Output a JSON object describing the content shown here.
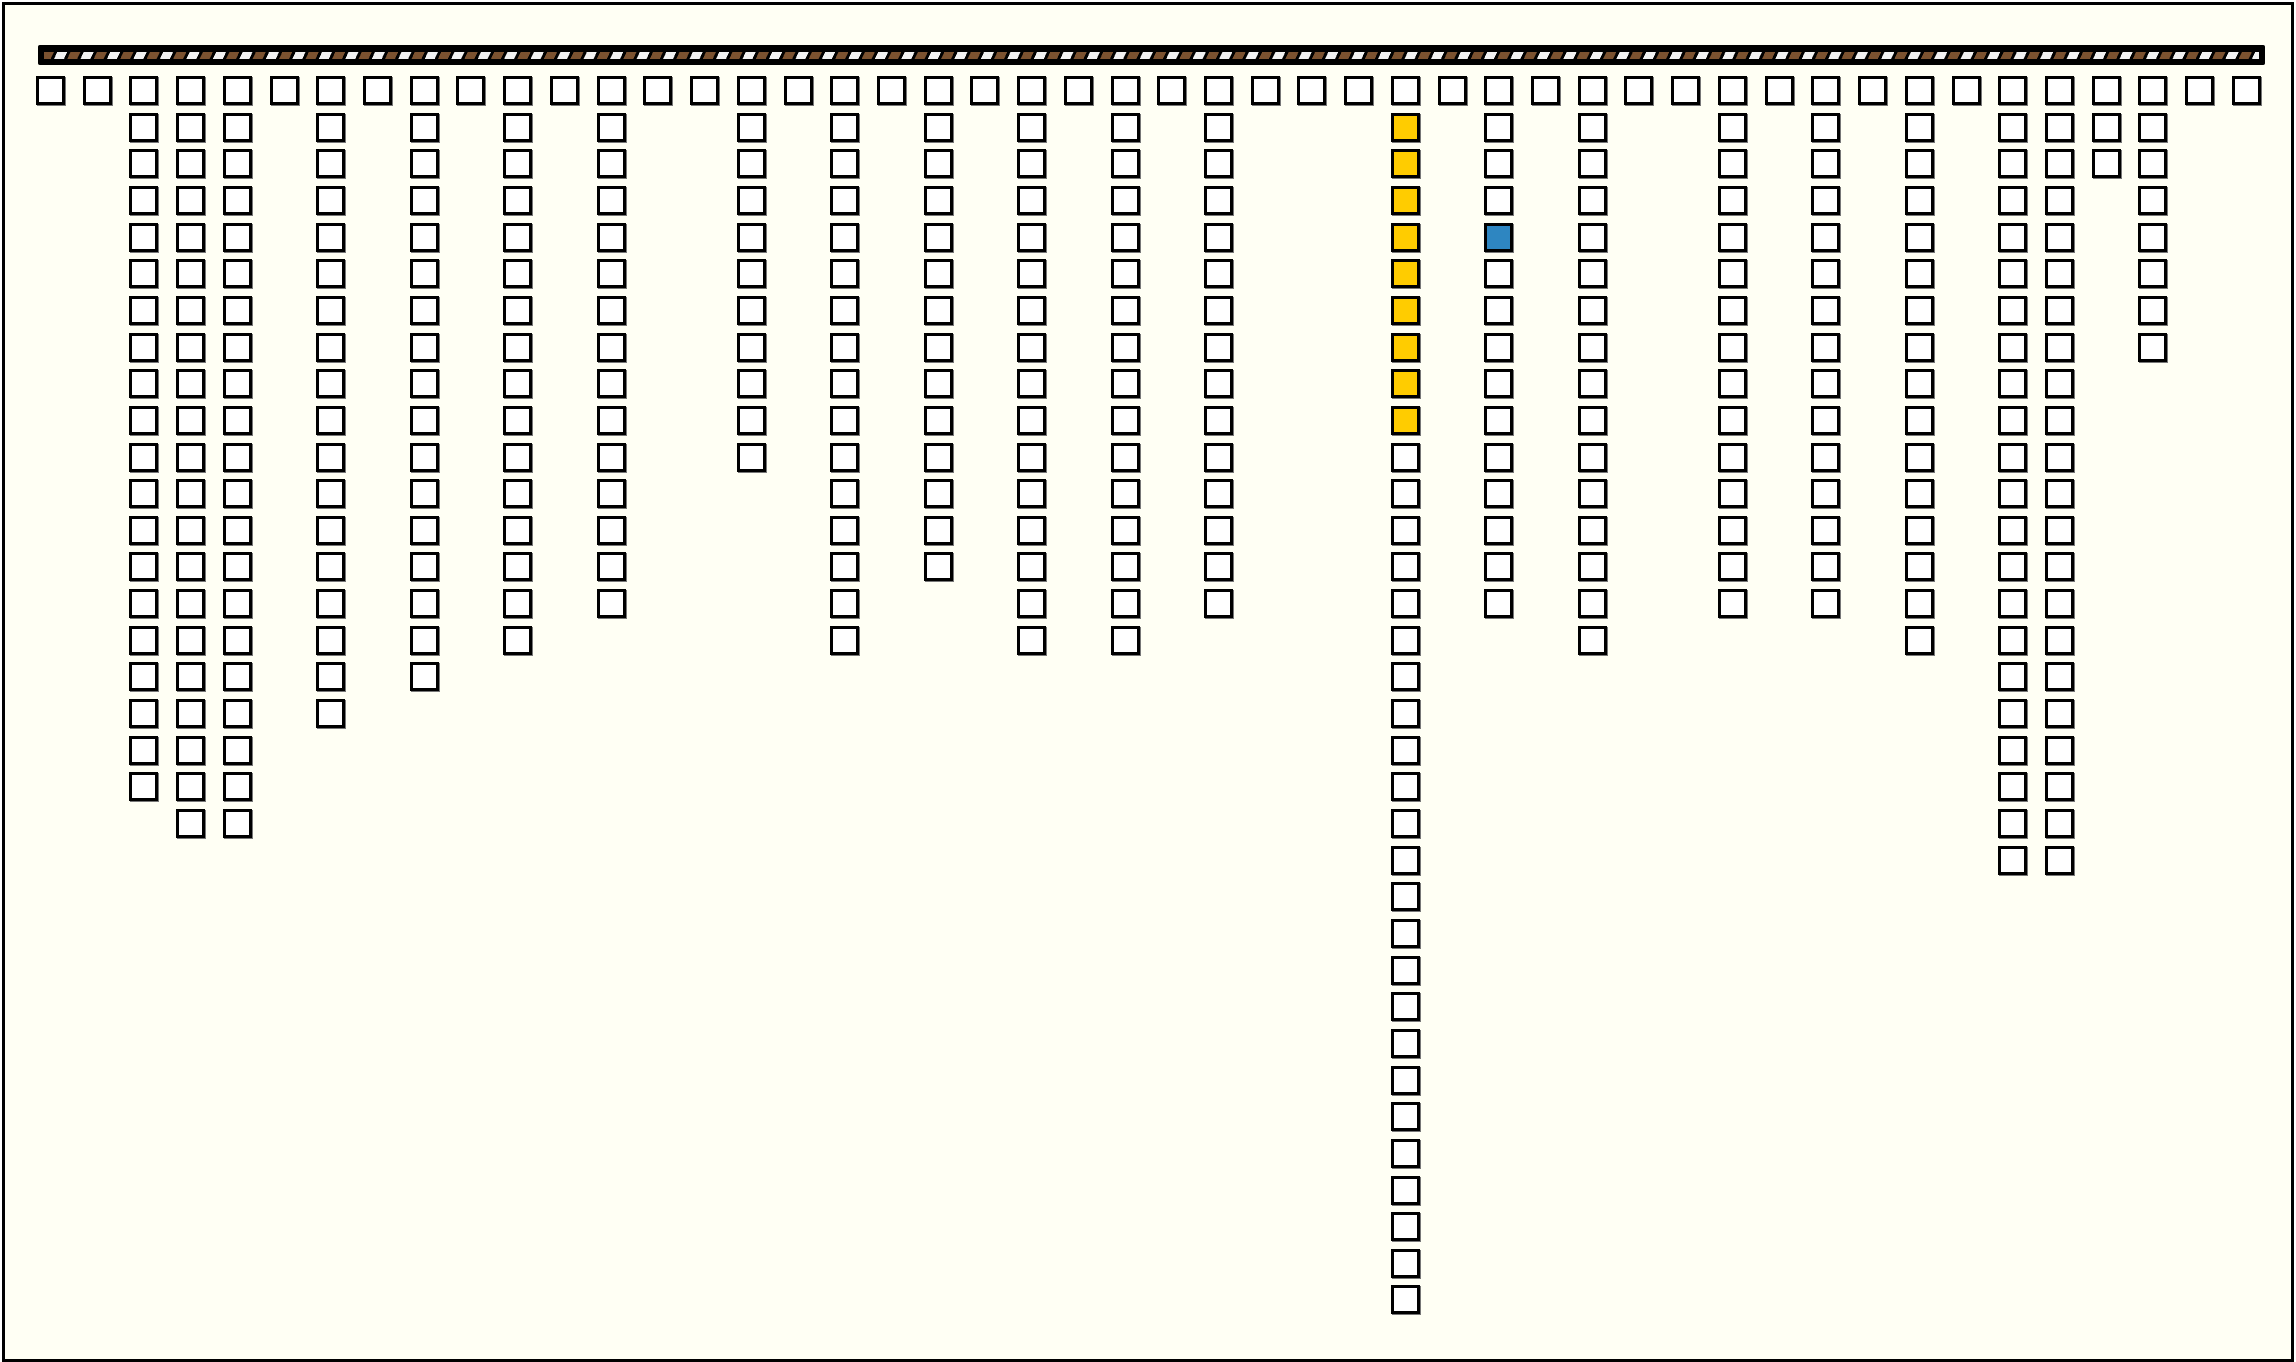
{
  "game": {
    "columns": [
      1,
      1,
      20,
      21,
      21,
      1,
      18,
      1,
      17,
      1,
      16,
      1,
      15,
      1,
      1,
      11,
      1,
      16,
      1,
      14,
      1,
      16,
      1,
      16,
      1,
      15,
      1,
      1,
      1,
      34,
      1,
      15,
      1,
      16,
      1,
      1,
      15,
      1,
      15,
      1,
      16,
      1,
      22,
      22,
      3,
      8,
      1,
      1
    ],
    "highlights": [
      {
        "column": 29,
        "rows": [
          1,
          2,
          3,
          4,
          5,
          6,
          7,
          8,
          9
        ],
        "color": "#ffcc00"
      },
      {
        "column": 31,
        "rows": [
          4
        ],
        "color": "#2e86c1"
      }
    ],
    "colors": {
      "cell": "#ffffff",
      "background": "#fffff4",
      "rod_brown": "#7b5230"
    }
  }
}
